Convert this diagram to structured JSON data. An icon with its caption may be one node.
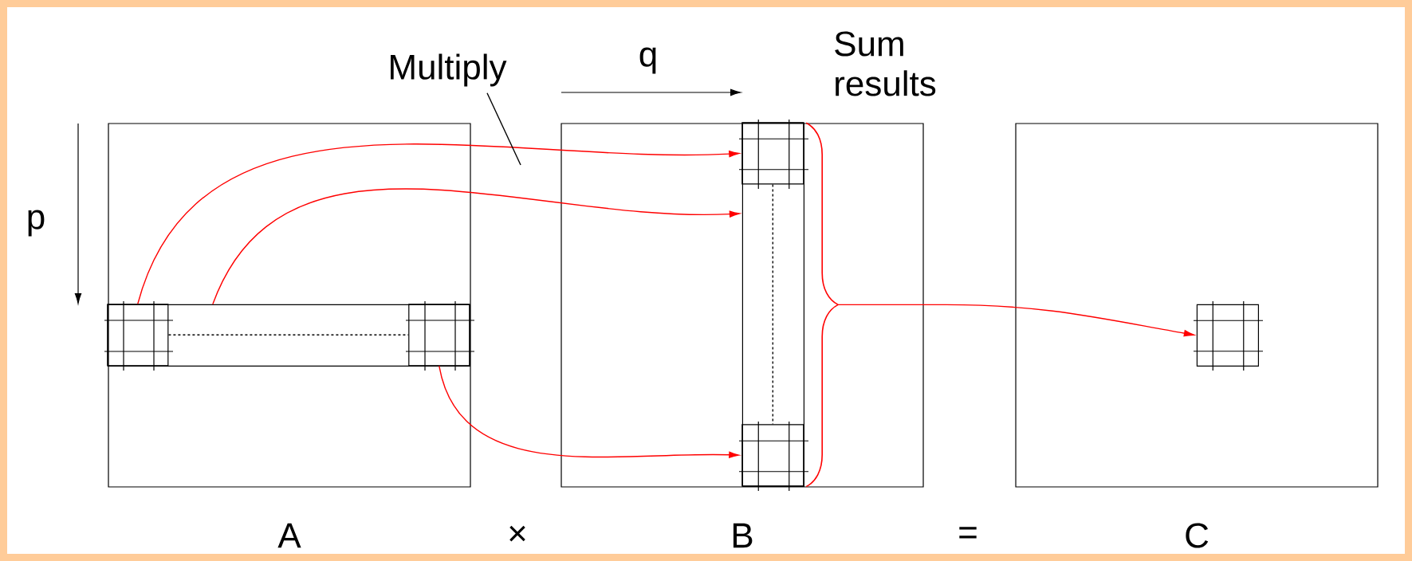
{
  "diagram": {
    "nodes": [
      {
        "text": [
          "A"
        ]
      },
      {
        "text": [],
        "shape": "box",
        "in": 0
      },
      {
        "text": [],
        "shape": "box",
        "in": 1
      },
      {
        "text": [],
        "shape": "box",
        "in": 1
      },
      {
        "text": [
          "B"
        ]
      },
      {
        "text": [],
        "shape": "box",
        "in": 4
      },
      {
        "text": [],
        "shape": "box",
        "in": 5
      },
      {
        "text": [],
        "shape": "box",
        "in": 5
      },
      {
        "text": [
          "C"
        ]
      },
      {
        "text": [],
        "shape": "box",
        "in": 8
      },
      {
        "text": [
          "Multiply"
        ]
      },
      {
        "text": [],
        "shape": "brace",
        "in": 4
      }
    ],
    "edges": [
      {
        "from": 2,
        "to": 6,
        "arrow": "to"
      },
      {
        "from": 1,
        "to": 5,
        "arrow": "to"
      },
      {
        "from": 3,
        "to": 7,
        "arrow": "to"
      },
      {
        "from": 11,
        "to": 9,
        "arrow": "to"
      },
      {
        "from": 10,
        "to": null,
        "arrow": "none",
        "color": "#000000"
      },
      {
        "from": 2,
        "to": 3,
        "arrow": "none",
        "style": "dashed",
        "color": "#000000"
      },
      {
        "from": 6,
        "to": 7,
        "arrow": "none",
        "style": "dashed",
        "color": "#000000"
      }
    ],
    "labels": [
      "Sum results",
      "q",
      "p",
      "×",
      "="
    ]
  }
}
